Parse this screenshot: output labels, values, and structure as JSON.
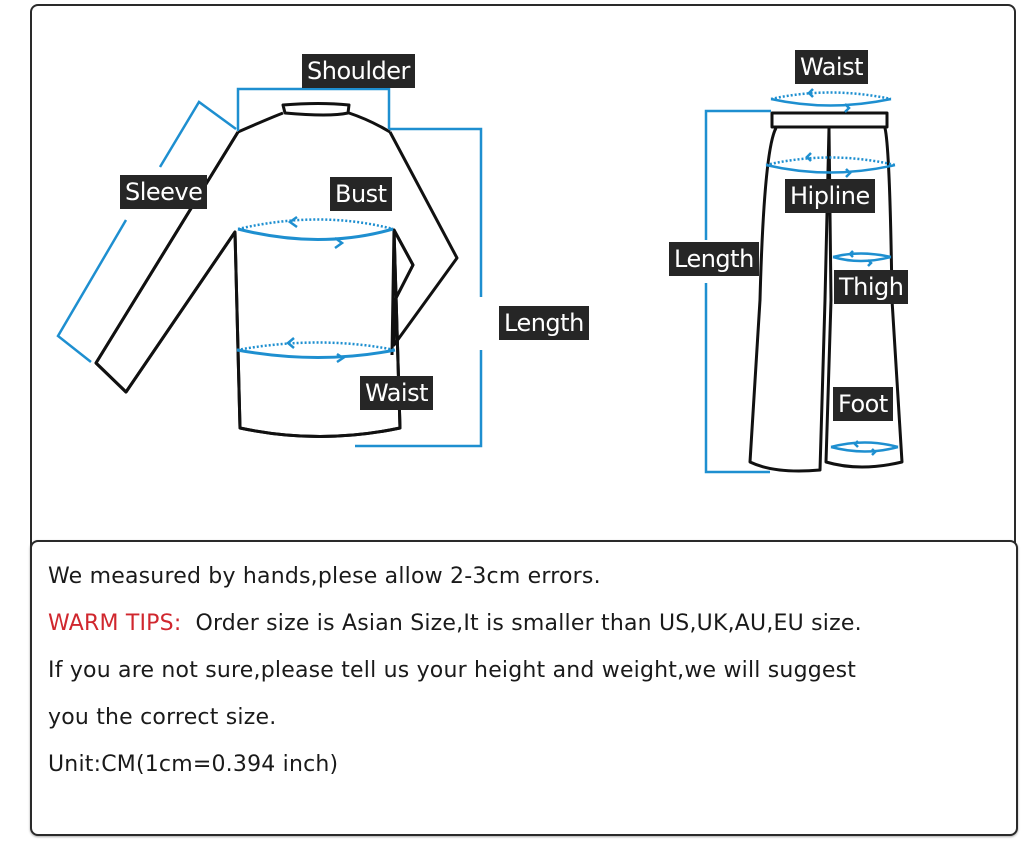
{
  "diagram": {
    "top_labels": {
      "shoulder": "Shoulder",
      "sleeve": "Sleeve",
      "bust": "Bust",
      "top_length": "Length",
      "top_waist": "Waist"
    },
    "pants_labels": {
      "waist": "Waist",
      "hipline": "Hipline",
      "length": "Length",
      "thigh": "Thigh",
      "foot": "Foot"
    },
    "colors": {
      "measure_line": "#1e8fd0",
      "outline": "#111111",
      "label_bg": "#262626",
      "label_text": "#ffffff",
      "warm_tips": "#d0272e"
    }
  },
  "notes": {
    "line1": "We measured by hands,plese allow 2-3cm errors.",
    "warm_tips_label": "WARM TIPS:",
    "line2": "Order size is Asian Size,It is smaller than US,UK,AU,EU size.",
    "line3": "If you are not sure,please tell us your height and weight,we will suggest",
    "line4": "you the correct size.",
    "line5": "Unit:CM(1cm=0.394 inch)"
  }
}
